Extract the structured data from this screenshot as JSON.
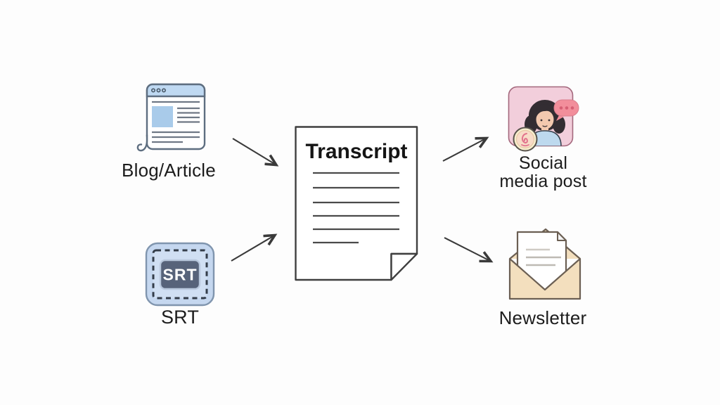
{
  "diagram": {
    "nodes": {
      "blog": {
        "label": "Blog/Article"
      },
      "srt": {
        "label": "SRT",
        "badge_text": "SRT"
      },
      "transcript": {
        "title": "Transcript"
      },
      "social": {
        "label_line1": "Social",
        "label_line2": "media post"
      },
      "newsletter": {
        "label": "Newsletter"
      }
    },
    "colors": {
      "background": "#FDFDFD",
      "text": "#1C1C1C",
      "arrow": "#3A3A3A",
      "outline": "#5E6E80",
      "blog_titlebar": "#BFD9F2",
      "blog_image": "#A9CBEA",
      "srt_outer_fill": "#C5D7EF",
      "srt_dashed_fill": "#D0DFF3",
      "srt_inner_dark": "#57637A",
      "social_bg": "#F2CEDB",
      "social_bubble": "#F28E9B",
      "social_shirt": "#BDD9EE",
      "social_badge_ring": "#F6EECD",
      "newsletter_envelope": "#F3DFBE",
      "doc_outline": "#3F3F3F"
    }
  }
}
